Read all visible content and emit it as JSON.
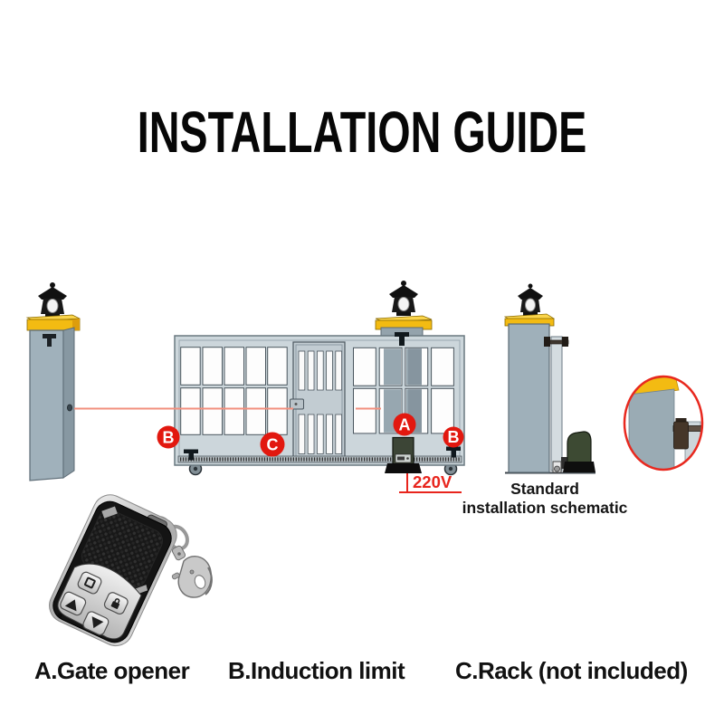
{
  "title": "INSTALLATION GUIDE",
  "diagram": {
    "markers": {
      "a": "A",
      "b": "B",
      "c": "C"
    },
    "voltage_label": "220V",
    "schematic_caption": {
      "line1": "Standard",
      "line2": "installation schematic"
    },
    "colors": {
      "marker_red": "#e2180f",
      "voltage_red": "#e8251d",
      "beam_red": "#f2907e",
      "detail_ring_red": "#e8281e",
      "post_cap_yellow": "#f3bb12",
      "post_grey": "#9fb0ba",
      "gate_grey": "#ccd6db",
      "motor_green": "#3d4a33"
    }
  },
  "legend": {
    "item_a": "A.Gate opener",
    "item_b": "B.Induction limit",
    "item_c": "C.Rack (not included)"
  }
}
